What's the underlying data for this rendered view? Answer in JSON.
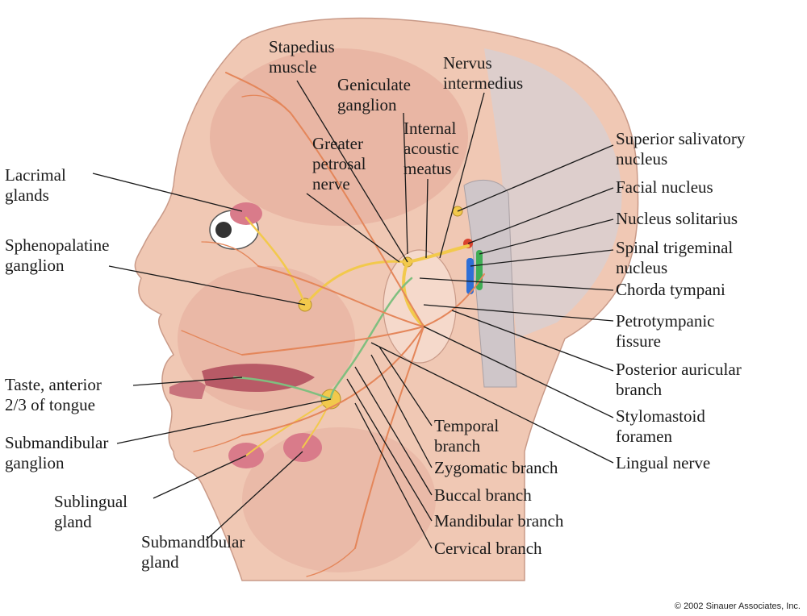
{
  "labels": {
    "stapedius_muscle": [
      "Stapedius",
      "muscle"
    ],
    "nervus_intermedius": [
      "Nervus",
      "intermedius"
    ],
    "geniculate_ganglion": [
      "Geniculate",
      "ganglion"
    ],
    "internal_acoustic_meatus": [
      "Internal",
      "acoustic",
      "meatus"
    ],
    "greater_petrosal_nerve": [
      "Greater",
      "petrosal",
      "nerve"
    ],
    "lacrimal_glands": [
      "Lacrimal",
      "glands"
    ],
    "sphenopalatine_ganglion": [
      "Sphenopalatine",
      "ganglion"
    ],
    "taste_anterior": [
      "Taste, anterior",
      "2/3 of tongue"
    ],
    "submandibular_ganglion": [
      "Submandibular",
      "ganglion"
    ],
    "sublingual_gland": [
      "Sublingual",
      "gland"
    ],
    "submandibular_gland": [
      "Submandibular",
      "gland"
    ],
    "superior_salivatory_nucleus": [
      "Superior salivatory",
      "nucleus"
    ],
    "facial_nucleus": [
      "Facial nucleus"
    ],
    "nucleus_solitarius": [
      "Nucleus solitarius"
    ],
    "spinal_trigeminal_nucleus": [
      "Spinal trigeminal",
      "nucleus"
    ],
    "chorda_tympani": [
      "Chorda tympani"
    ],
    "petrotympanic_fissure": [
      "Petrotympanic",
      "fissure"
    ],
    "posterior_auricular_branch": [
      "Posterior auricular",
      "branch"
    ],
    "stylomastoid_foramen": [
      "Stylomastoid",
      "foramen"
    ],
    "lingual_nerve": [
      "Lingual nerve"
    ],
    "temporal_branch": [
      "Temporal",
      "branch"
    ],
    "zygomatic_branch": [
      "Zygomatic branch"
    ],
    "buccal_branch": [
      "Buccal branch"
    ],
    "mandibular_branch": [
      "Mandibular branch"
    ],
    "cervical_branch": [
      "Cervical branch"
    ]
  },
  "copyright": "© 2002 Sinauer Associates, Inc.",
  "colors": {
    "skin": "#f0c8b4",
    "muscle": "#e3a898",
    "nerve_orange": "#e4865a",
    "nerve_yellow": "#f2c94c",
    "nerve_green": "#7fbf7f",
    "gland": "#d97b8a",
    "brainstem": "#d9d2d4",
    "nucleus_blue": "#2f6fd6",
    "nucleus_green": "#3fae55",
    "nucleus_red": "#d9432f"
  }
}
